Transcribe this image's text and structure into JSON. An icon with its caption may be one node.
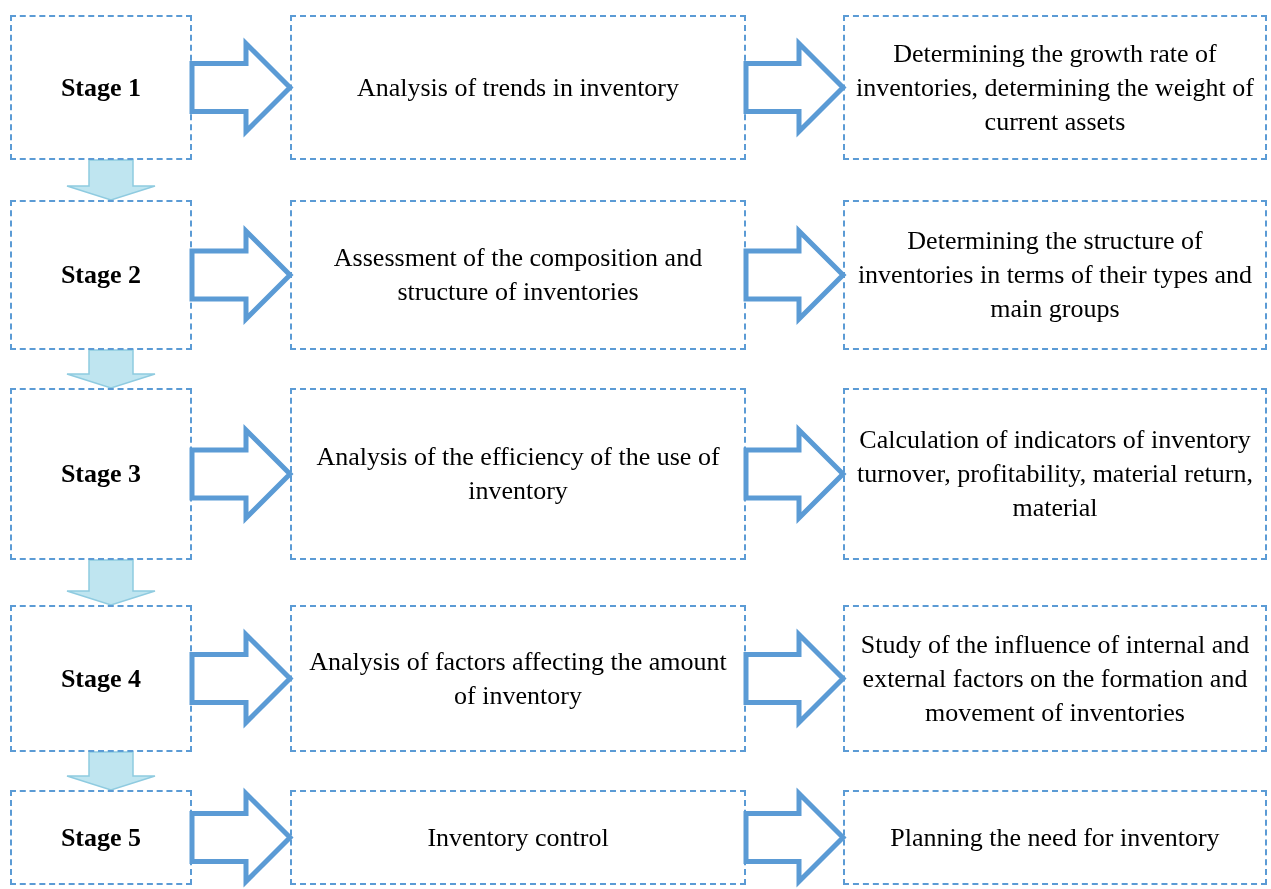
{
  "diagram": {
    "nodes": [
      {
        "text": [
          "Stage 1"
        ]
      },
      {
        "text": [
          "Analysis of trends in inventory"
        ]
      },
      {
        "text": [
          "Determining the growth rate of inventories, determining the weight of current assets"
        ]
      },
      {
        "text": [
          "Stage 2"
        ]
      },
      {
        "text": [
          "Assessment of the composition and structure of inventories"
        ]
      },
      {
        "text": [
          "Determining the structure of inventories in terms of their types and main groups"
        ]
      },
      {
        "text": [
          "Stage 3"
        ]
      },
      {
        "text": [
          "Analysis of the efficiency of the use of inventory"
        ]
      },
      {
        "text": [
          "Calculation of indicators of inventory turnover, profitability, material return, material"
        ]
      },
      {
        "text": [
          "Stage 4"
        ]
      },
      {
        "text": [
          "Analysis of factors affecting the amount of inventory"
        ]
      },
      {
        "text": [
          "Study of the influence of internal and external factors on the formation and movement of inventories"
        ]
      },
      {
        "text": [
          "Stage 5"
        ]
      },
      {
        "text": [
          "Inventory control"
        ]
      },
      {
        "text": [
          "Planning the need for inventory"
        ]
      }
    ],
    "edges": [
      {
        "from": 0,
        "to": 1,
        "arrow": "to"
      },
      {
        "from": 1,
        "to": 2,
        "arrow": "to"
      },
      {
        "from": 3,
        "to": 4,
        "arrow": "to"
      },
      {
        "from": 4,
        "to": 5,
        "arrow": "to"
      },
      {
        "from": 6,
        "to": 7,
        "arrow": "to"
      },
      {
        "from": 7,
        "to": 8,
        "arrow": "to"
      },
      {
        "from": 9,
        "to": 10,
        "arrow": "to"
      },
      {
        "from": 10,
        "to": 11,
        "arrow": "to"
      },
      {
        "from": 12,
        "to": 13,
        "arrow": "to"
      },
      {
        "from": 13,
        "to": 14,
        "arrow": "to"
      },
      {
        "from": 0,
        "to": 3,
        "arrow": "to",
        "color": "#bfe5f0"
      },
      {
        "from": 3,
        "to": 6,
        "arrow": "to",
        "color": "#bfe5f0"
      },
      {
        "from": 6,
        "to": 9,
        "arrow": "to",
        "color": "#bfe5f0"
      },
      {
        "from": 9,
        "to": 12,
        "arrow": "to",
        "color": "#bfe5f0"
      }
    ]
  }
}
